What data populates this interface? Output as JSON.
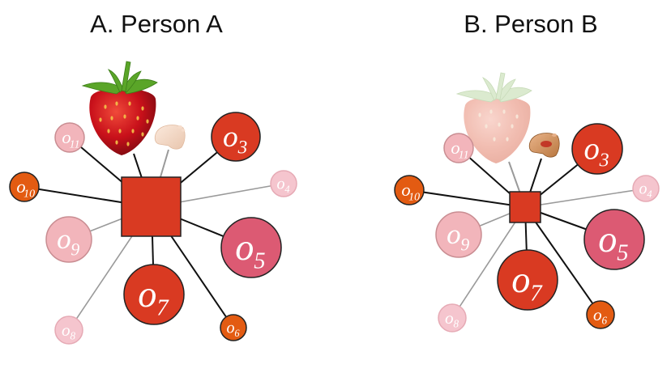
{
  "colors": {
    "strong_red": "#d93a22",
    "orange": "#e35b12",
    "rose": "#dc5a73",
    "faded_pink": "#f2b5bb",
    "light_pink": "#f5c5ce",
    "edge_dark": "#111111",
    "edge_faded": "#9a9a9a",
    "strawberry": "#c8101a",
    "leaf": "#5aa528"
  },
  "panels": [
    {
      "title": "A. Person A",
      "focus": "strong",
      "foot": "clean",
      "nodes": [
        {
          "id": "o3",
          "letter": "o",
          "sub": "3",
          "tone": "strong",
          "strong": true
        },
        {
          "id": "o4",
          "letter": "o",
          "sub": "4",
          "tone": "light",
          "strong": false
        },
        {
          "id": "o5",
          "letter": "o",
          "sub": "5",
          "tone": "rose",
          "strong": true
        },
        {
          "id": "o6",
          "letter": "o",
          "sub": "6",
          "tone": "orange",
          "strong": true
        },
        {
          "id": "o7",
          "letter": "o",
          "sub": "7",
          "tone": "strong",
          "strong": true
        },
        {
          "id": "o8",
          "letter": "o",
          "sub": "8",
          "tone": "light",
          "strong": false
        },
        {
          "id": "o9",
          "letter": "o",
          "sub": "9",
          "tone": "faded",
          "strong": false
        },
        {
          "id": "o10",
          "letter": "o",
          "sub": "10",
          "tone": "orange",
          "strong": true
        },
        {
          "id": "o11",
          "letter": "o",
          "sub": "11",
          "tone": "faded",
          "strong": true
        }
      ]
    },
    {
      "title": "B. Person B",
      "focus": "faded",
      "foot": "bruised",
      "nodes": [
        {
          "id": "o3",
          "letter": "o",
          "sub": "3",
          "tone": "strong",
          "strong": true
        },
        {
          "id": "o4",
          "letter": "o",
          "sub": "4",
          "tone": "light",
          "strong": false
        },
        {
          "id": "o5",
          "letter": "o",
          "sub": "5",
          "tone": "rose",
          "strong": true
        },
        {
          "id": "o6",
          "letter": "o",
          "sub": "6",
          "tone": "orange",
          "strong": true
        },
        {
          "id": "o7",
          "letter": "o",
          "sub": "7",
          "tone": "strong",
          "strong": true
        },
        {
          "id": "o8",
          "letter": "o",
          "sub": "8",
          "tone": "light",
          "strong": false
        },
        {
          "id": "o9",
          "letter": "o",
          "sub": "9",
          "tone": "faded",
          "strong": false
        },
        {
          "id": "o10",
          "letter": "o",
          "sub": "10",
          "tone": "orange",
          "strong": true
        },
        {
          "id": "o11",
          "letter": "o",
          "sub": "11",
          "tone": "faded",
          "strong": true
        }
      ]
    }
  ]
}
